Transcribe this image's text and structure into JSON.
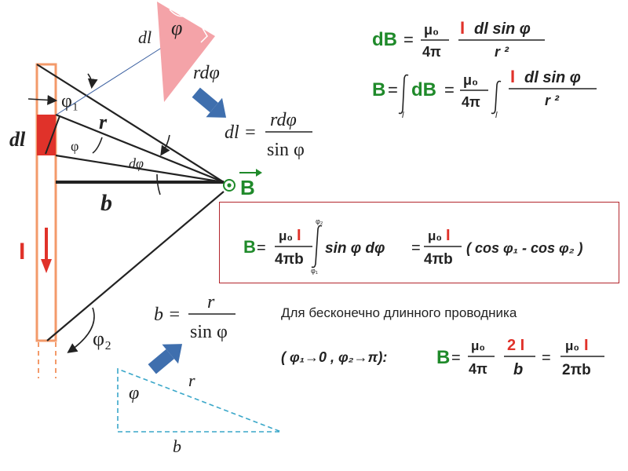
{
  "colors": {
    "accent_red": "#e0322a",
    "green": "#1f8a2a",
    "wire_fill": "#ffffff",
    "wire_stroke": "#f39a6a",
    "triangle_fill": "#f4a3a8",
    "arrow_blue": "#3f6fae",
    "dashed_triangle": "#3aa7c9",
    "frame_red": "#b3262d"
  },
  "labels": {
    "dl": "dl",
    "phi": "φ",
    "rdphi": "rdφ",
    "phi1": "φ₁",
    "r": "r",
    "dphi": "dφ",
    "b": "b",
    "B": "B",
    "I": "I",
    "phi2": "φ₂"
  },
  "formulas": {
    "dl_eq_lhs": "dl =",
    "dl_eq_num": "rdφ",
    "dl_eq_den": "sin φ",
    "b_eq_lhs": "b =",
    "b_eq_num": "r",
    "b_eq_den": "sin φ",
    "dB_lhs": "dB",
    "eq": "=",
    "mu0": "μ₀",
    "four_pi": "4π",
    "I_label": "I",
    "dl_sin": "dl sin φ",
    "r_sq": "r ²",
    "B_lhs": "B",
    "int_dB": "dB",
    "int_sub": "l",
    "big_B": "B",
    "four_pi_b": "4πb",
    "sin_dphi": "sin φ dφ",
    "cos_diff": "( cos φ₁ - cos φ₂ )",
    "lim_top": "φ₂",
    "lim_bot": "φ₁",
    "caption": "Для бесконечно длинного проводника",
    "limits": "( φ₁→0 , φ₂→π):",
    "two_I": "2 I",
    "b_den": "b",
    "two_pi_b": "2πb"
  }
}
